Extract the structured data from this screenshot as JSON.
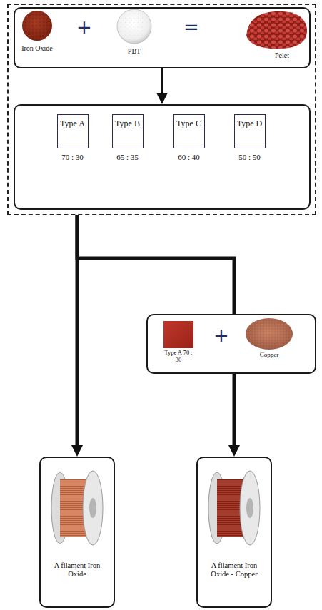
{
  "diagram": {
    "nodes": [
      {
        "text": []
      },
      {
        "text": [
          "Iron Oxide",
          "PBT",
          "Pelet"
        ],
        "in": 0
      },
      {
        "text": [],
        "in": 0
      },
      {
        "text": [
          "Type A",
          "70 : 30"
        ],
        "in": 2
      },
      {
        "text": [
          "Type B",
          "65 : 35"
        ],
        "in": 2
      },
      {
        "text": [
          "Type C",
          "60 : 40"
        ],
        "in": 2
      },
      {
        "text": [
          "Type D",
          "50 : 50"
        ],
        "in": 2
      },
      {
        "text": [
          "Type A 70 : 30",
          "Copper"
        ]
      },
      {
        "text": [
          "A filament Iron Oxide"
        ]
      },
      {
        "text": [
          "A filament Iron Oxide - Copper"
        ]
      }
    ],
    "edges": [
      {
        "from": 1,
        "to": 2,
        "arrow": "to"
      },
      {
        "from": 0,
        "to": 8,
        "arrow": "to"
      },
      {
        "from": 0,
        "to": 7,
        "arrow": "none"
      },
      {
        "from": 7,
        "to": 9,
        "arrow": "to"
      }
    ],
    "labels": [
      "+",
      "=",
      "+"
    ]
  }
}
